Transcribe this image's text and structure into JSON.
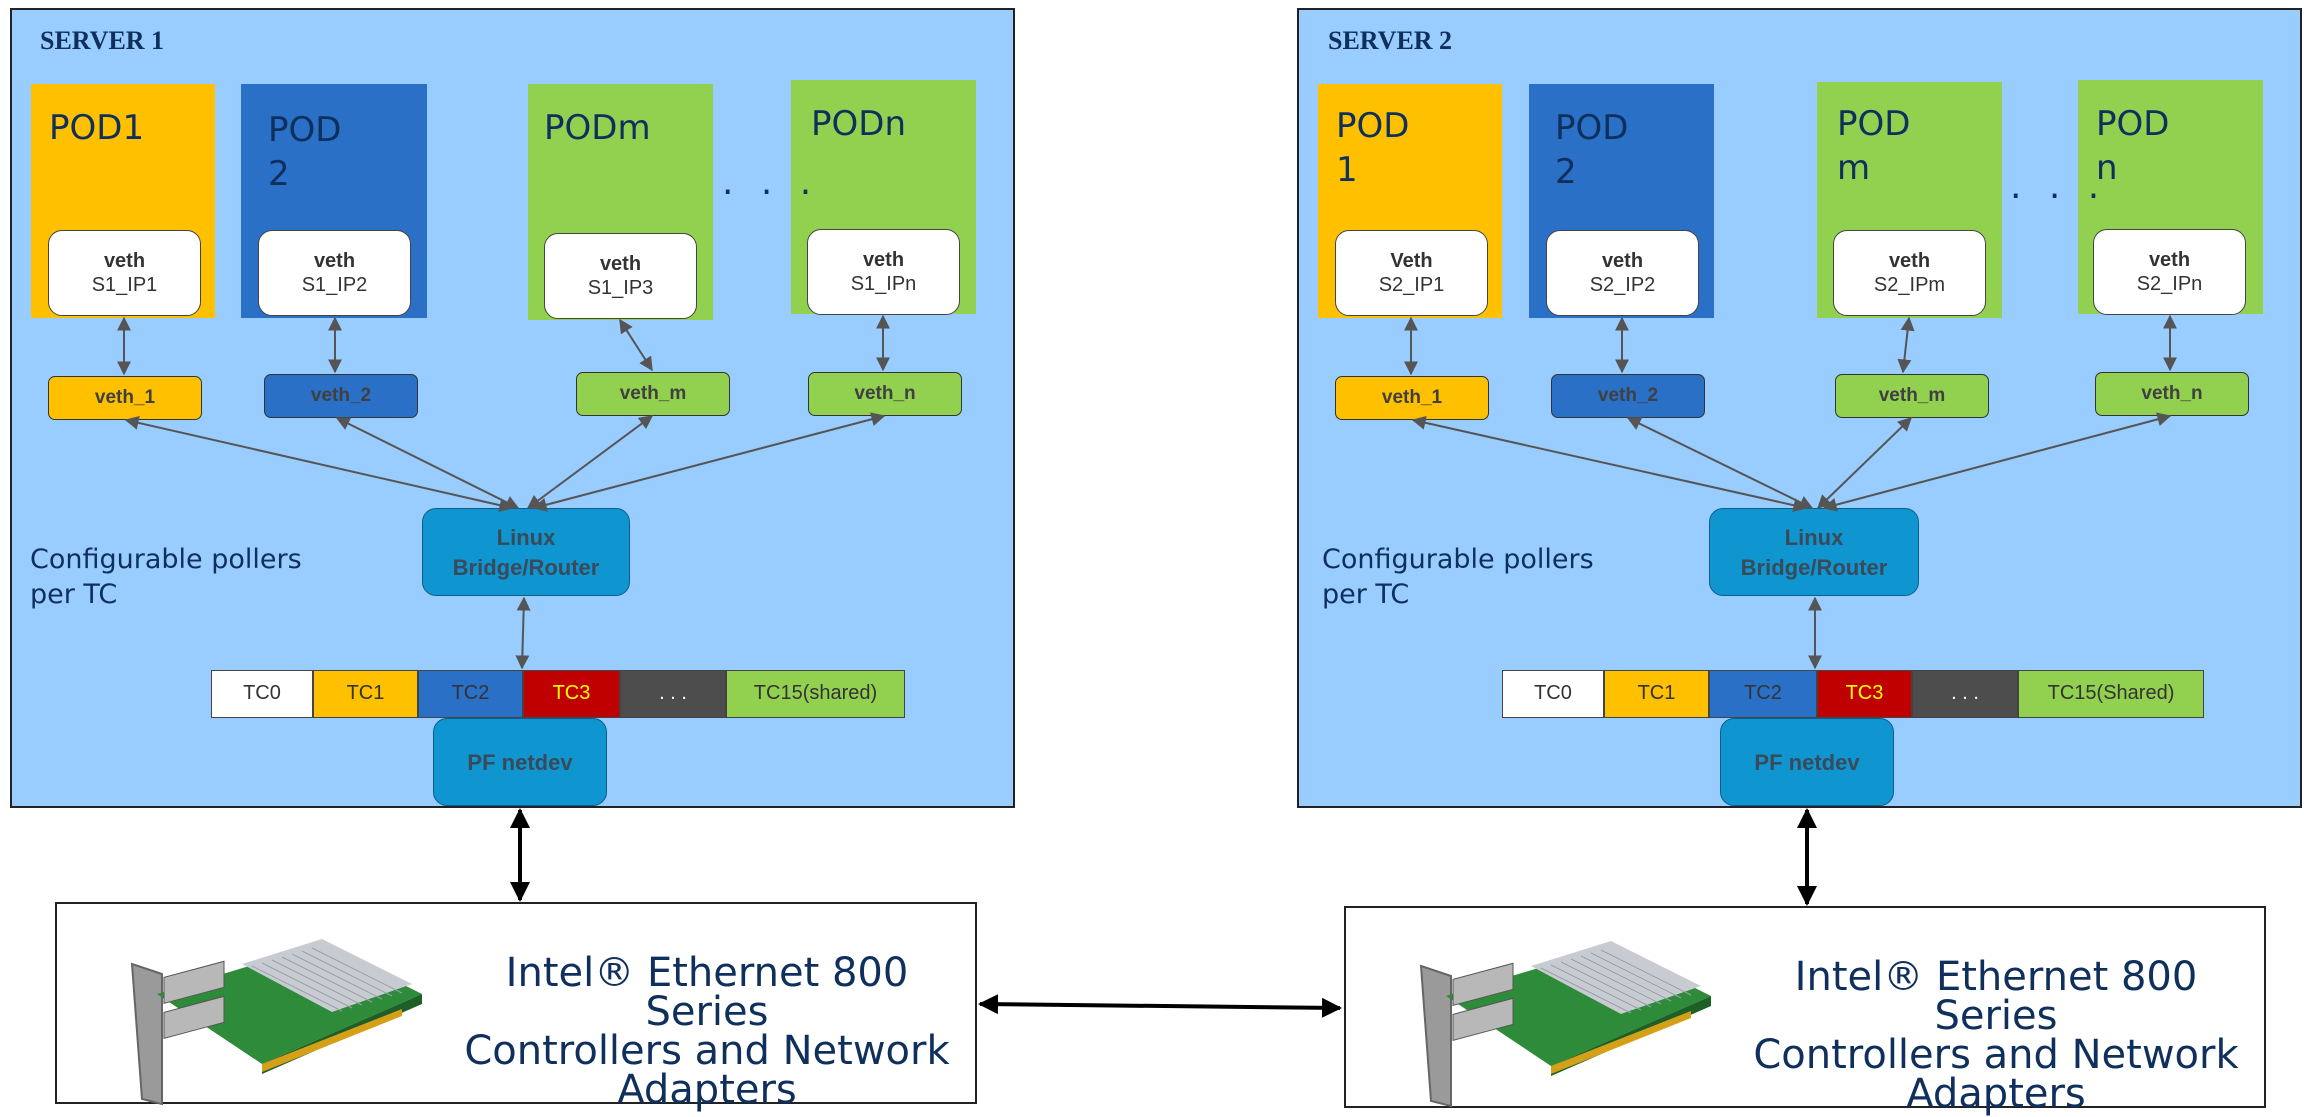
{
  "servers": [
    {
      "title": "SERVER 1",
      "pods": [
        {
          "title": "POD1",
          "veth_label": "veth",
          "ip": "S1_IP1",
          "endpoint": "veth_1",
          "color": "#ffc000"
        },
        {
          "title": "POD\n2",
          "veth_label": "veth",
          "ip": "S1_IP2",
          "endpoint": "veth_2",
          "color": "#2970c6"
        },
        {
          "title": "PODm",
          "veth_label": "veth",
          "ip": "S1_IP3",
          "endpoint": "veth_m",
          "color": "#92d050"
        },
        {
          "title": "PODn",
          "veth_label": "veth",
          "ip": "S1_IPn",
          "endpoint": "veth_n",
          "color": "#92d050"
        }
      ],
      "ellipsis": "· · ·",
      "pollers": "Configurable pollers\nper TC",
      "bridge": "Linux\nBridge/Router",
      "tcs": [
        "TC0",
        "TC1",
        "TC2",
        "TC3",
        ". . .",
        "TC15(shared)"
      ],
      "pf": "PF netdev",
      "nic": "Intel® Ethernet 800\nSeries\nControllers and Network\nAdapters"
    },
    {
      "title": "SERVER 2",
      "pods": [
        {
          "title": "POD\n1",
          "veth_label": "Veth",
          "ip": "S2_IP1",
          "endpoint": "veth_1",
          "color": "#ffc000"
        },
        {
          "title": "POD\n2",
          "veth_label": "veth",
          "ip": "S2_IP2",
          "endpoint": "veth_2",
          "color": "#2970c6"
        },
        {
          "title": "POD\nm",
          "veth_label": "veth",
          "ip": "S2_IPm",
          "endpoint": "veth_m",
          "color": "#92d050"
        },
        {
          "title": "POD\nn",
          "veth_label": "veth",
          "ip": "S2_IPn",
          "endpoint": "veth_n",
          "color": "#92d050"
        }
      ],
      "ellipsis": "· · ·",
      "pollers": "Configurable pollers\nper TC",
      "bridge": "Linux\nBridge/Router",
      "tcs": [
        "TC0",
        "TC1",
        "TC2",
        "TC3",
        ". . .",
        "TC15(Shared)"
      ],
      "pf": "PF netdev",
      "nic": "Intel® Ethernet 800\nSeries\nControllers and Network\nAdapters"
    }
  ],
  "colors": {
    "server_bg": "#99ccff",
    "pod_yellow": "#ffc000",
    "pod_blue": "#2970c6",
    "pod_green": "#92d050",
    "bridge": "#0f95cf",
    "tc0": "#ffffff",
    "tc1": "#ffc000",
    "tc2": "#2970c6",
    "tc3": "#c00000",
    "tc_dots": "#4d4d4d",
    "tc15": "#92d050"
  }
}
